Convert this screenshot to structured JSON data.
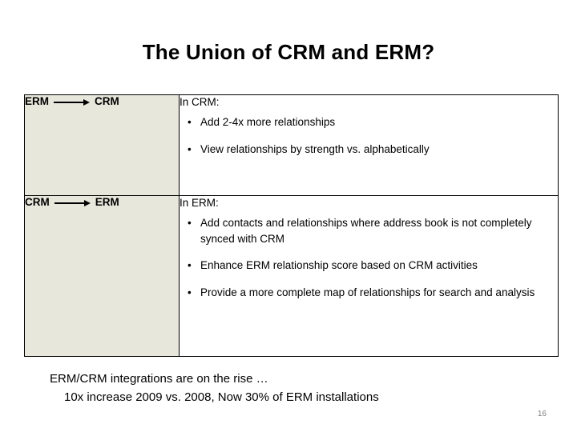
{
  "slide": {
    "title": "The Union of CRM and ERM?",
    "page_number": "16",
    "rows": [
      {
        "from": "ERM",
        "to": "CRM",
        "heading": "In CRM:",
        "bullets": [
          "Add 2-4x more relationships",
          "View relationships by strength vs. alphabetically"
        ]
      },
      {
        "from": "CRM",
        "to": "ERM",
        "heading": "In ERM:",
        "bullets": [
          "Add contacts and relationships where address book is not completely synced with CRM",
          "Enhance ERM relationship score based on CRM activities",
          "Provide a more complete map of relationships for search and analysis"
        ]
      }
    ],
    "footnote": {
      "line1": "ERM/CRM integrations are on the rise …",
      "line2": "10x increase 2009 vs. 2008, Now 30% of ERM installations"
    }
  }
}
